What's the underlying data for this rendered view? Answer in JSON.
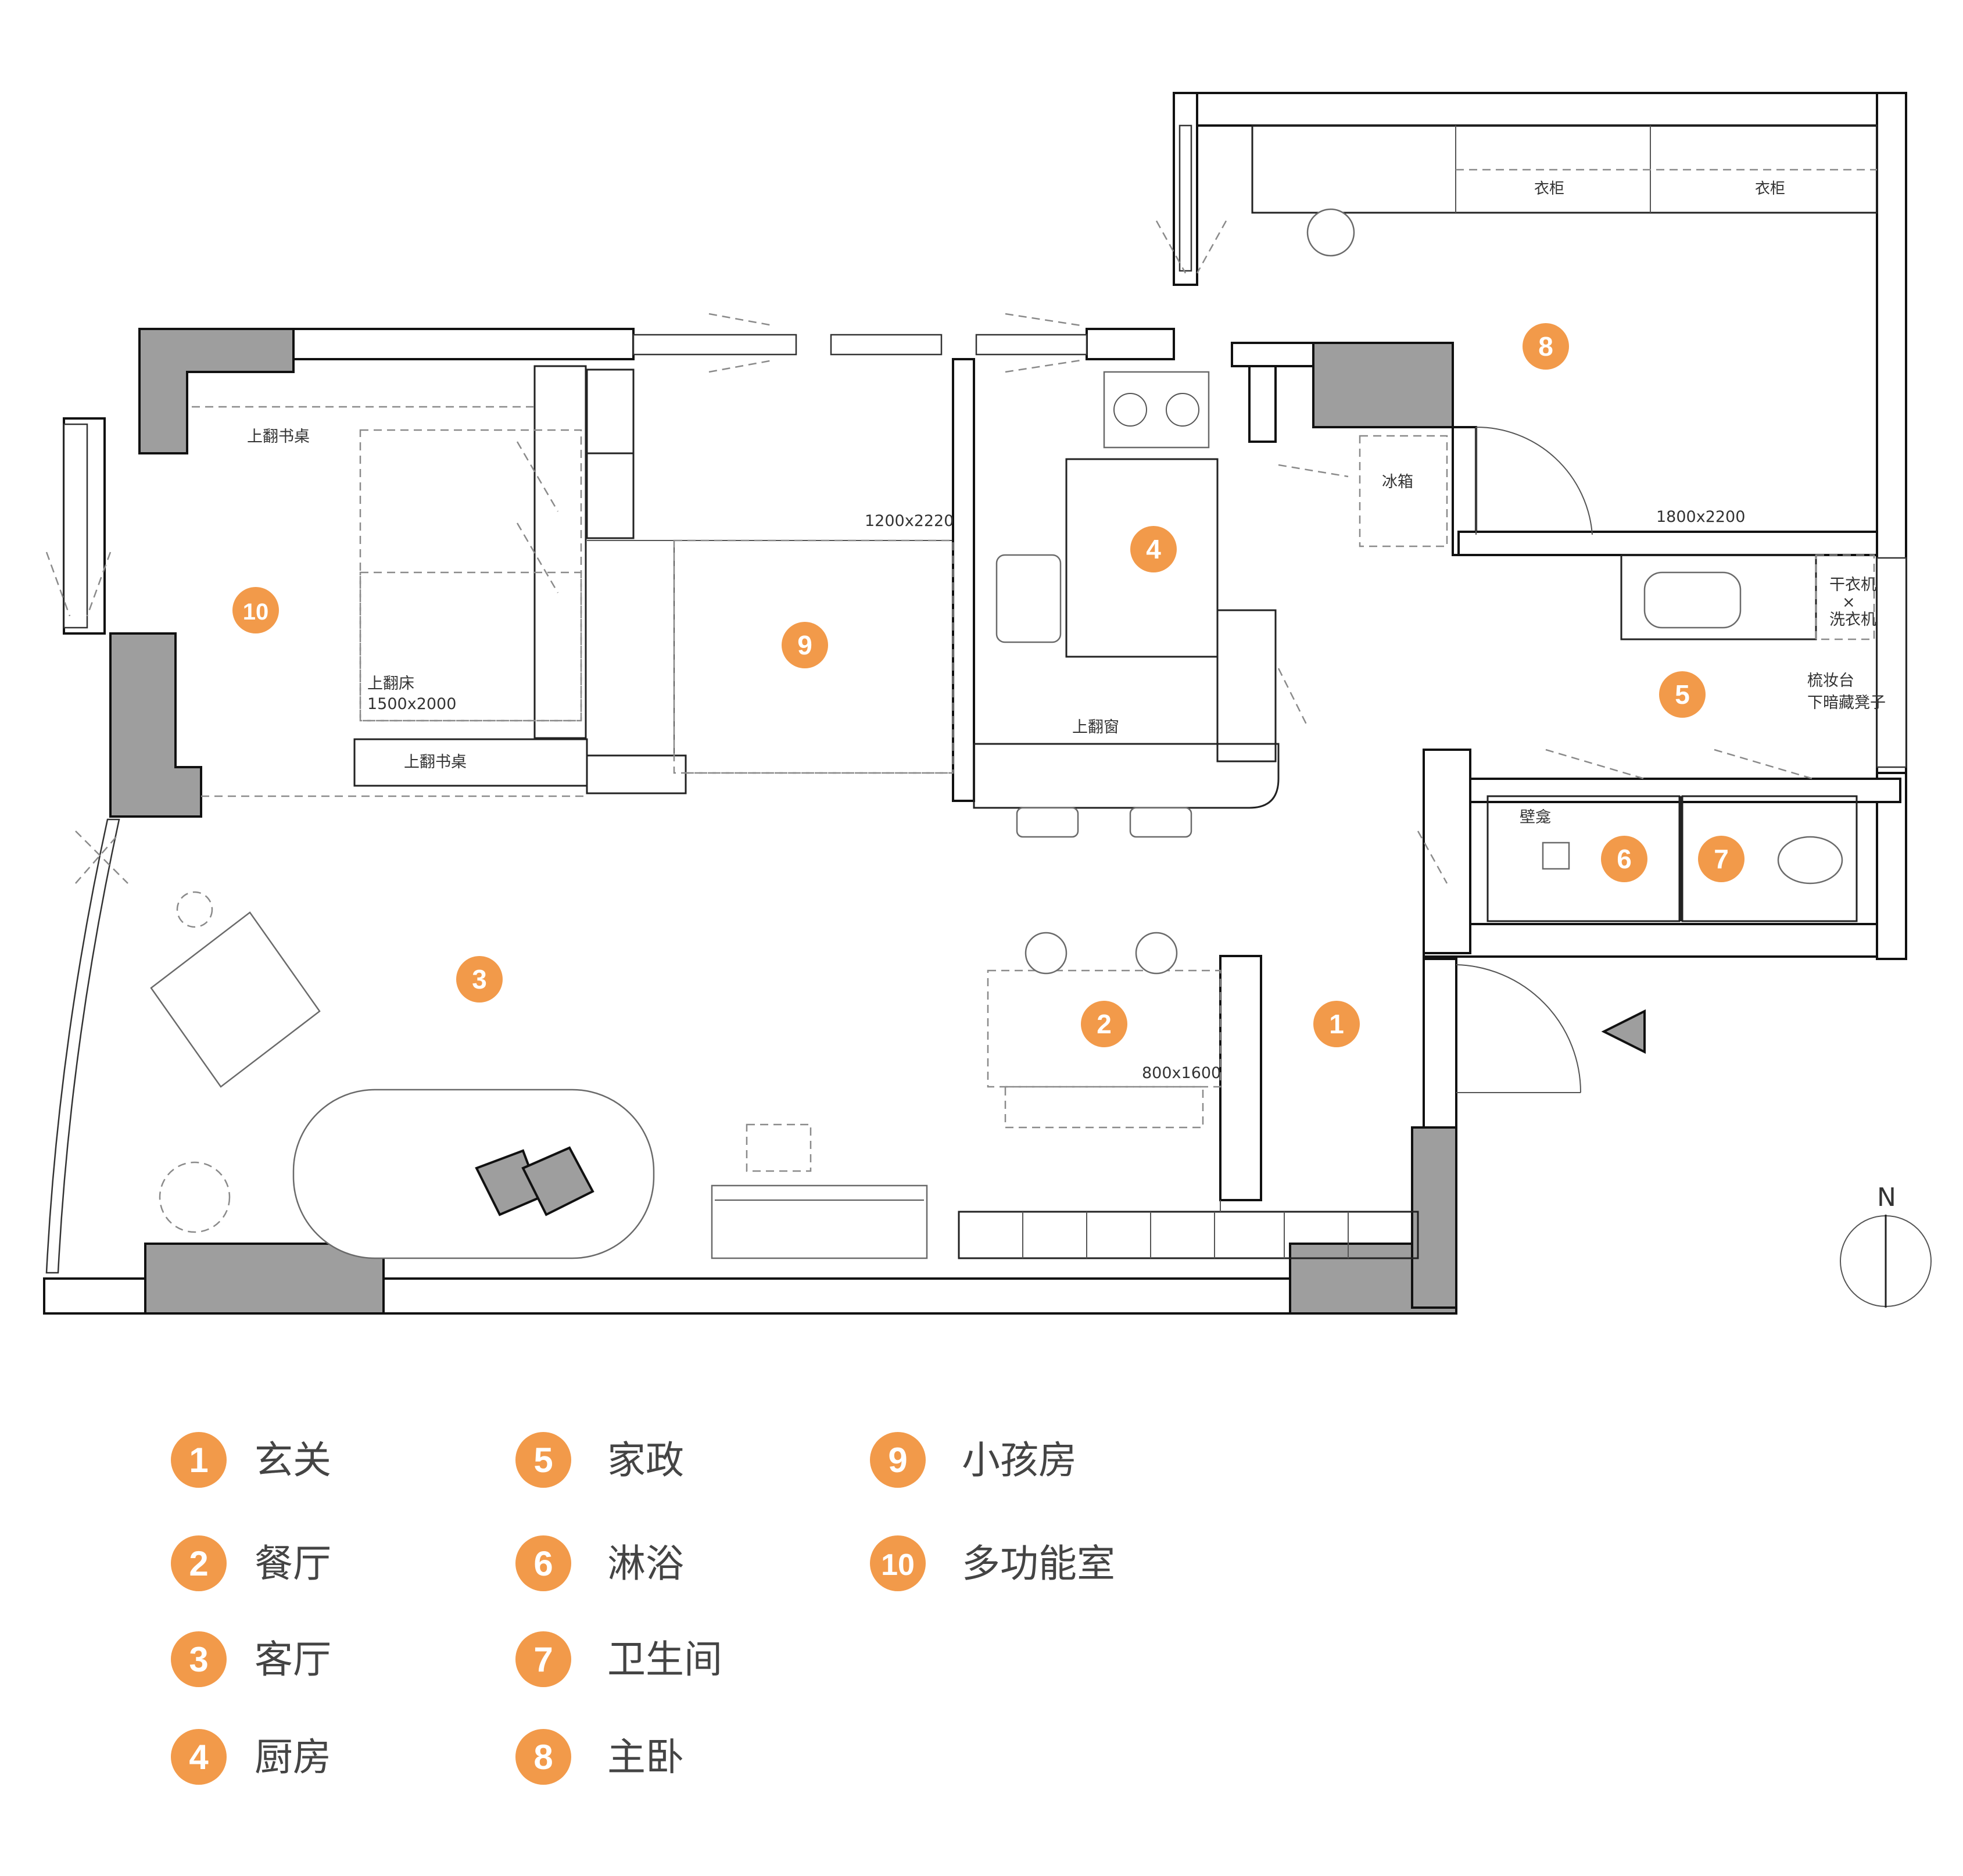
{
  "rooms": [
    {
      "num": "1",
      "name": "玄关"
    },
    {
      "num": "2",
      "name": "餐厅"
    },
    {
      "num": "3",
      "name": "客厅"
    },
    {
      "num": "4",
      "name": "厨房"
    },
    {
      "num": "5",
      "name": "家政"
    },
    {
      "num": "6",
      "name": "淋浴"
    },
    {
      "num": "7",
      "name": "卫生间"
    },
    {
      "num": "8",
      "name": "主卧"
    },
    {
      "num": "9",
      "name": "小孩房"
    },
    {
      "num": "10",
      "name": "多功能室"
    }
  ],
  "labels": {
    "wardrobe": "衣柜",
    "fold_desk": "上翻书桌",
    "fold_bed": "上翻床",
    "bed_size": "1500x2000",
    "kid_size": "1200x2220",
    "master_size": "1800x2200",
    "table_size": "800x1600",
    "fridge": "冰箱",
    "fold_window": "上翻窗",
    "dryer": "干衣机",
    "cross": "×",
    "washer": "洗衣机",
    "vanity1": "梳妆台",
    "vanity2": "下暗藏凳子",
    "wall_stool": "壁龛",
    "north": "N"
  }
}
